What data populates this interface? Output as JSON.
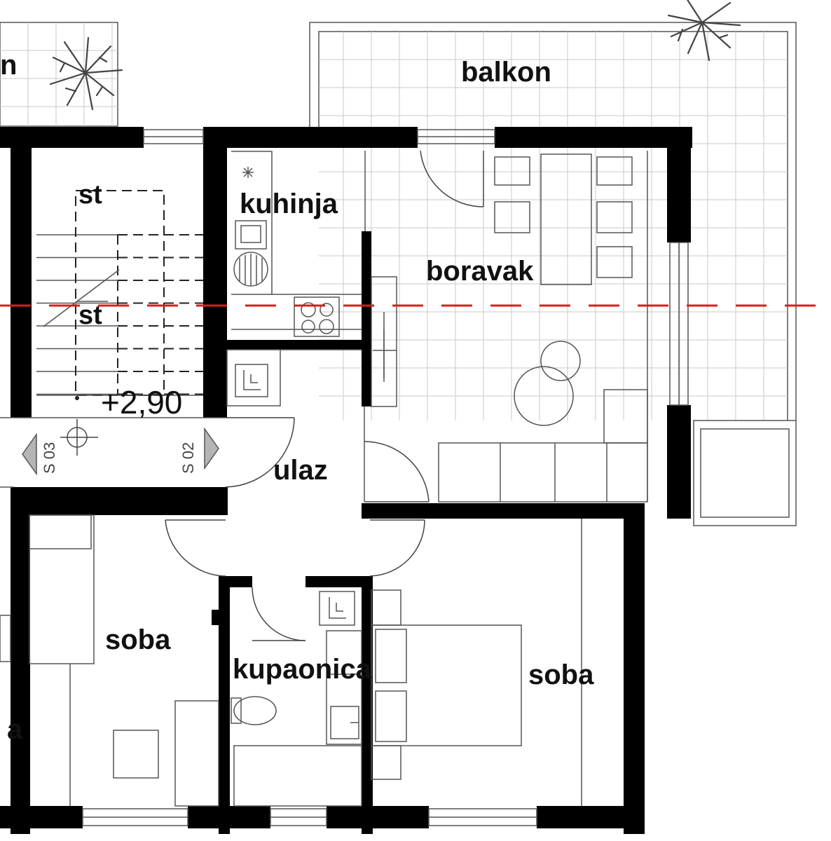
{
  "plan": {
    "rooms": {
      "balkon": "balkon",
      "kuhinja": "kuhinja",
      "boravak": "boravak",
      "ulaz": "ulaz",
      "soba_left": "soba",
      "kupaonica": "kupaonica",
      "soba_right": "soba",
      "stair_upper": "st",
      "stair_lower": "st",
      "edge_top_fragment": "n",
      "edge_bottom_fragment": "a"
    },
    "level": "+2,90",
    "section_marks": {
      "left": "S 03",
      "right": "S 02"
    },
    "colors": {
      "walls": "#000000",
      "thin_lines": "#555555",
      "tile_grid": "#c8c8c8",
      "section_cut_line": "#d42020",
      "section_marker_fill": "#b5b5b5"
    },
    "icons": [
      "tree-icon",
      "tree-icon",
      "section-marker-icon",
      "level-crosshair-icon",
      "shower-icon",
      "sink-icon",
      "toilet-icon",
      "stove-icon",
      "table-with-chairs-icon"
    ]
  }
}
